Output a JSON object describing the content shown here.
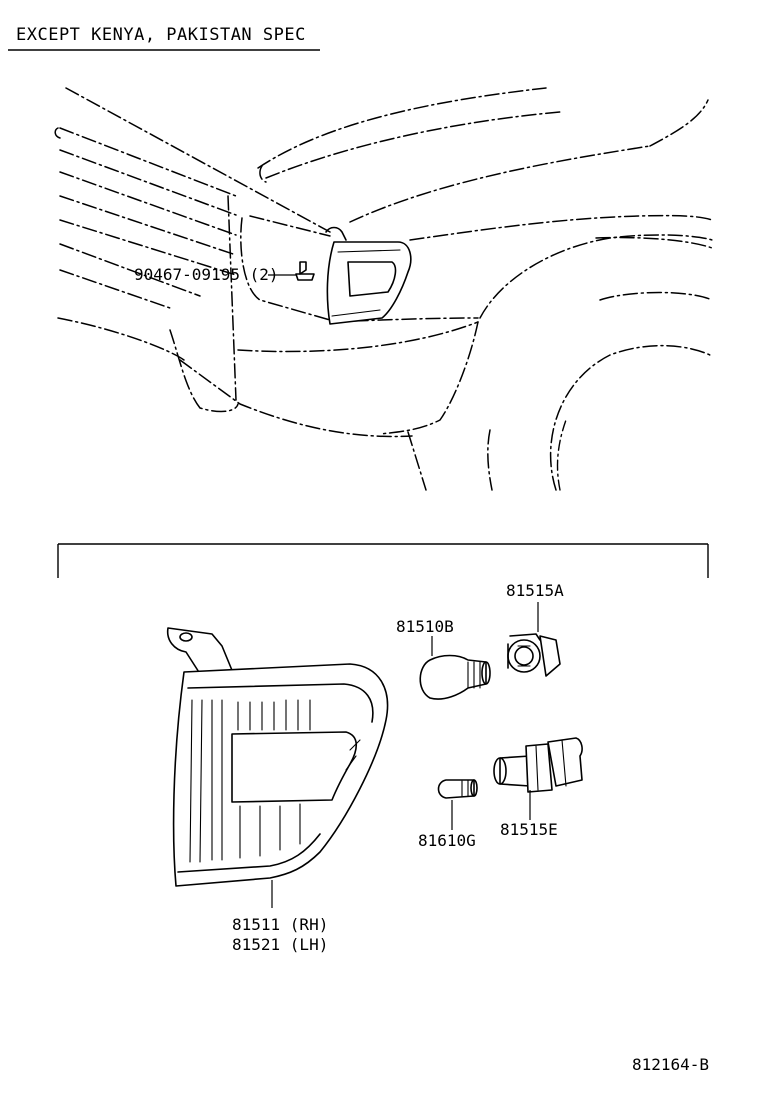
{
  "header": {
    "title": "EXCEPT KENYA, PAKISTAN SPEC"
  },
  "parts": {
    "clip": "90467-09195 (2)",
    "bulb_large": "81510B",
    "socket_a": "81515A",
    "bulb_small": "81610G",
    "socket_e": "81515E",
    "lamp_rh": "81511 (RH)",
    "lamp_lh": "81521 (LH)"
  },
  "footer": {
    "diagram_code": "812164-B"
  }
}
